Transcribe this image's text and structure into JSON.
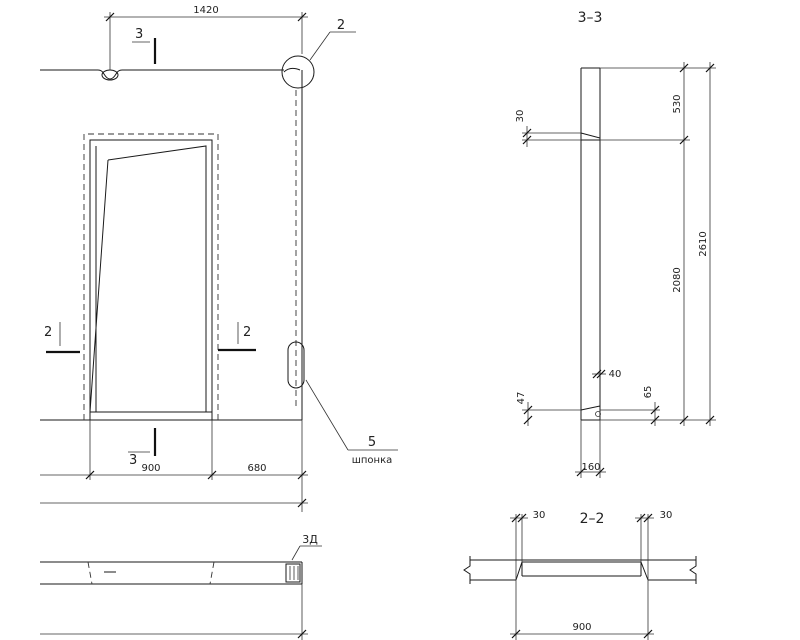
{
  "elevation": {
    "dim_top": "1420",
    "dim_opening": "900",
    "dim_right": "680",
    "section_marks": {
      "cut3_label": "3",
      "cut2_label": "2"
    },
    "callout_2": "2",
    "callout_5": "5",
    "callout_5_text": "шпонка"
  },
  "plan_strip": {
    "callout": "3Д"
  },
  "section_3_3": {
    "title": "3–3",
    "dim_top": "530",
    "dim_mid": "2080",
    "dim_total": "2610",
    "dim_30": "30",
    "dim_40": "40",
    "dim_47": "47",
    "dim_65": "65",
    "dim_width": "160"
  },
  "section_2_2": {
    "title": "2–2",
    "dim_left": "30",
    "dim_right": "30",
    "dim_width": "900"
  },
  "colors": {
    "line": "#1a1a1a",
    "background": "#ffffff"
  }
}
